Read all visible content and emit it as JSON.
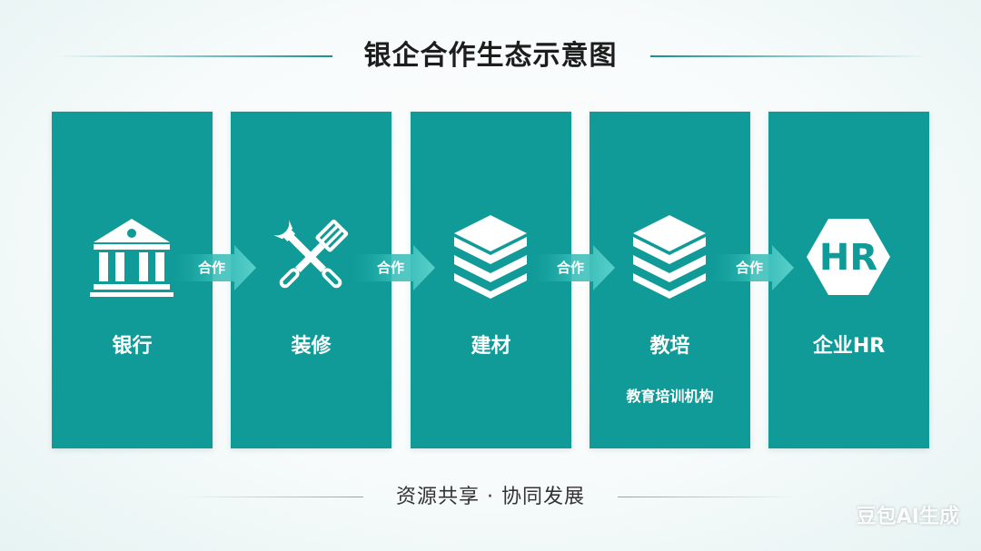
{
  "title": "银企合作生态示意图",
  "panels": [
    {
      "name": "银行",
      "icon": "bank-icon"
    },
    {
      "name": "装修",
      "icon": "tools-icon"
    },
    {
      "name": "建材",
      "icon": "layers-icon"
    },
    {
      "name": "教培",
      "sub": "教育培训机构",
      "icon": "layers-icon"
    },
    {
      "name": "企业HR",
      "icon": "hr-icon",
      "icon_text": "HR"
    }
  ],
  "connector_label": "合作",
  "tagline": "资源共享 · 协同发展",
  "watermark": "豆包AI生成",
  "colors": {
    "panel": "#109a98",
    "accent": "#16908f"
  }
}
